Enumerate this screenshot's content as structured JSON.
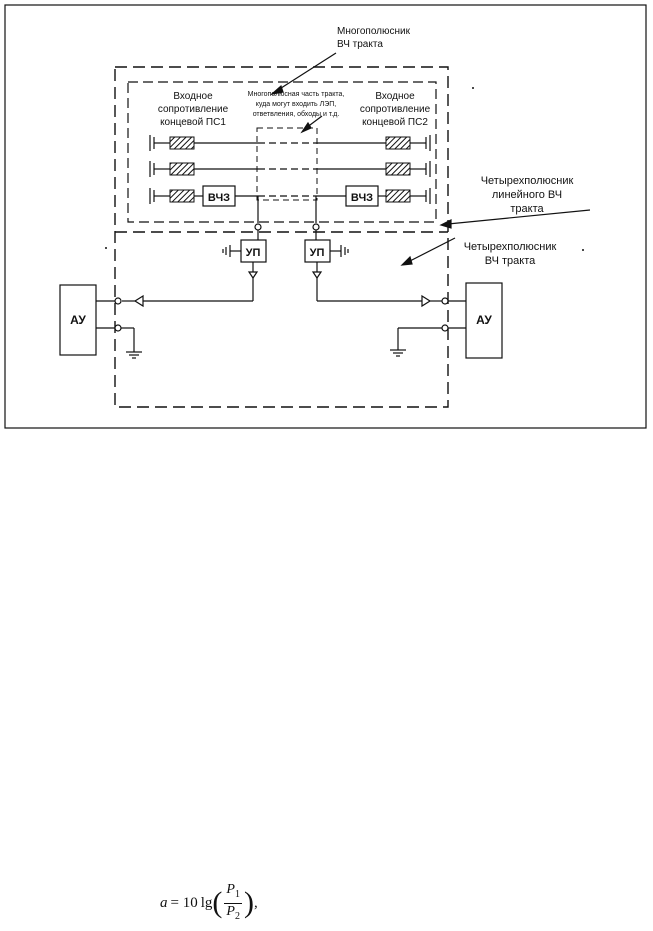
{
  "labels": {
    "multipole_title_1": "Многополюсник",
    "multipole_title_2": "ВЧ тракта",
    "left_imp_1": "Входное",
    "left_imp_2": "сопротивление",
    "left_imp_3": "концевой ПС1",
    "right_imp_1": "Входное",
    "right_imp_2": "сопротивление",
    "right_imp_3": "концевой ПС2",
    "mid_note_1": "Многополюсная часть тракта,",
    "mid_note_2": "куда могут входить ЛЭП,",
    "mid_note_3": "ответвления, обходы и т.д.",
    "fourpole_linear_1": "Четырехполюсник",
    "fourpole_linear_2": "линейного ВЧ",
    "fourpole_linear_3": "тракта",
    "fourpole_1": "Четырехполюсник",
    "fourpole_2": "ВЧ тракта"
  },
  "blocks": {
    "vchz_left": "ВЧЗ",
    "vchz_right": "ВЧЗ",
    "up_left": "УП",
    "up_right": "УП",
    "au_left": "АУ",
    "au_right": "АУ"
  },
  "formula": {
    "lhs": "a",
    "eq": "= 10",
    "fn": "lg",
    "num": "P",
    "num_sub": "1",
    "den": "P",
    "den_sub": "2",
    "tail": ","
  }
}
